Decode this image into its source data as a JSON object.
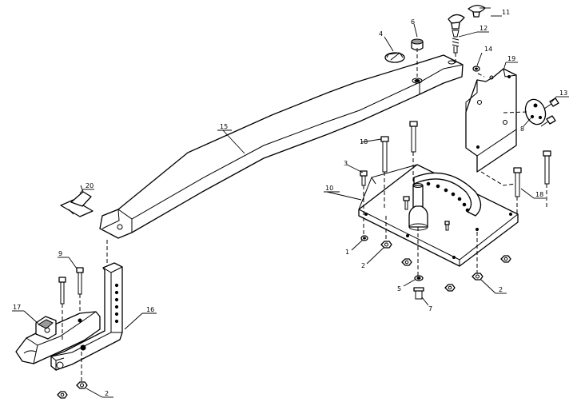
{
  "callouts": [
    "11",
    "6",
    "12",
    "4",
    "14",
    "19",
    "13",
    "8",
    "15",
    "18",
    "3",
    "10",
    "18",
    "20",
    "1",
    "2",
    "9",
    "5",
    "7",
    "2",
    "17",
    "16",
    "2"
  ]
}
